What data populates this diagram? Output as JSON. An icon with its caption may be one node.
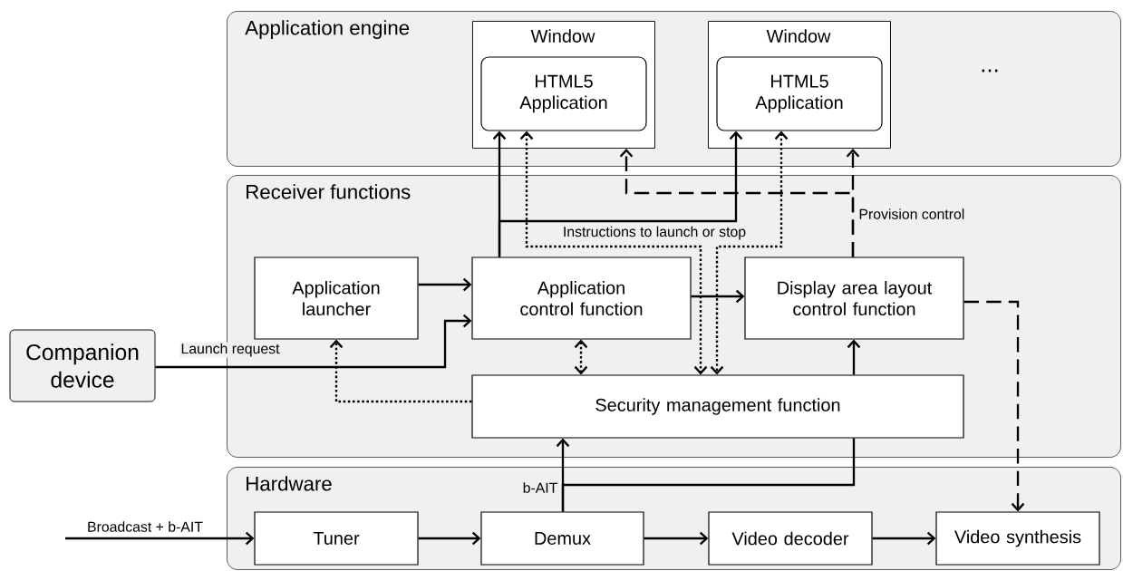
{
  "diagram": {
    "nodes": [
      {
        "text": [
          "Application engine"
        ]
      },
      {
        "text": [
          "Window"
        ],
        "in": 0
      },
      {
        "text": [
          "HTML5 Application"
        ],
        "in": 1
      },
      {
        "text": [
          "Window"
        ],
        "in": 0
      },
      {
        "text": [
          "HTML5 Application"
        ],
        "in": 3
      },
      {
        "text": [
          "Receiver functions"
        ]
      },
      {
        "text": [
          "Application launcher"
        ],
        "in": 5
      },
      {
        "text": [
          "Application control function"
        ],
        "in": 5
      },
      {
        "text": [
          "Display area layout control function"
        ],
        "in": 5
      },
      {
        "text": [
          "Security management function"
        ],
        "in": 5
      },
      {
        "text": [
          "Companion device"
        ]
      },
      {
        "text": [
          "Hardware"
        ]
      },
      {
        "text": [
          "Tuner"
        ],
        "in": 11
      },
      {
        "text": [
          "Demux"
        ],
        "in": 11
      },
      {
        "text": [
          "Video decoder"
        ],
        "in": 11
      },
      {
        "text": [
          "Video synthesis"
        ],
        "in": 11
      }
    ],
    "edges": [
      {
        "from": 7,
        "to": 2,
        "arrow": "to"
      },
      {
        "from": 7,
        "to": 4,
        "arrow": "to"
      },
      {
        "from": 2,
        "to": 9,
        "arrow": "both",
        "style": "dashed",
        "label": "Instructions to launch or stop"
      },
      {
        "from": 4,
        "to": 9,
        "arrow": "both",
        "style": "dashed"
      },
      {
        "from": 8,
        "to": 1,
        "arrow": "to",
        "style": "dashed",
        "label": "Provision control"
      },
      {
        "from": 8,
        "to": 3,
        "arrow": "to",
        "style": "dashed"
      },
      {
        "from": 6,
        "to": 7,
        "arrow": "to"
      },
      {
        "from": 10,
        "to": 7,
        "arrow": "to",
        "label": "Launch request"
      },
      {
        "from": 9,
        "to": 6,
        "arrow": "to",
        "style": "dashed"
      },
      {
        "from": 7,
        "to": 9,
        "arrow": "both",
        "style": "dashed"
      },
      {
        "from": 7,
        "to": 8,
        "arrow": "to"
      },
      {
        "from": 9,
        "to": 8,
        "arrow": "to"
      },
      {
        "from": 8,
        "to": 15,
        "arrow": "to",
        "style": "dashed"
      },
      {
        "from": 13,
        "to": 9,
        "arrow": "to",
        "label": "b-AIT"
      },
      {
        "from": 13,
        "to": 9,
        "arrow": "none"
      },
      {
        "from": null,
        "to": 12,
        "arrow": "to",
        "label": "Broadcast + b-AIT"
      },
      {
        "from": 12,
        "to": 13,
        "arrow": "to"
      },
      {
        "from": 13,
        "to": 14,
        "arrow": "to"
      },
      {
        "from": 14,
        "to": 15,
        "arrow": "to"
      }
    ],
    "labels": [
      "..."
    ]
  }
}
